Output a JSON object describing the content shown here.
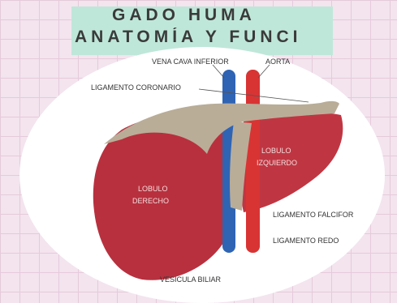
{
  "title": {
    "line1": "GADO HUMA",
    "line2": "ANATOMÍA Y FUNCI"
  },
  "labels": {
    "vena_cava": "VENA CAVA INFERIOR",
    "aorta": "AORTA",
    "coronario": "LIGAMENTO CORONARIO",
    "lobulo_izquierdo_1": "LOBULO",
    "lobulo_izquierdo_2": "IZQUIERDO",
    "lobulo_derecho_1": "LOBULO",
    "lobulo_derecho_2": "DERECHO",
    "falciforme": "LIGAMENTO FALCIFOR",
    "redondo": "LIGAMENTO REDO",
    "vesicula": "VESICULA BILIAR"
  },
  "colors": {
    "background": "#f3e4ee",
    "title_band": "#bfe7d9",
    "liver": "#b8303e",
    "vein": "#2f64b4",
    "artery": "#d83434",
    "ligament": "#b9ad98",
    "gallbladder": "#9ab93a"
  }
}
